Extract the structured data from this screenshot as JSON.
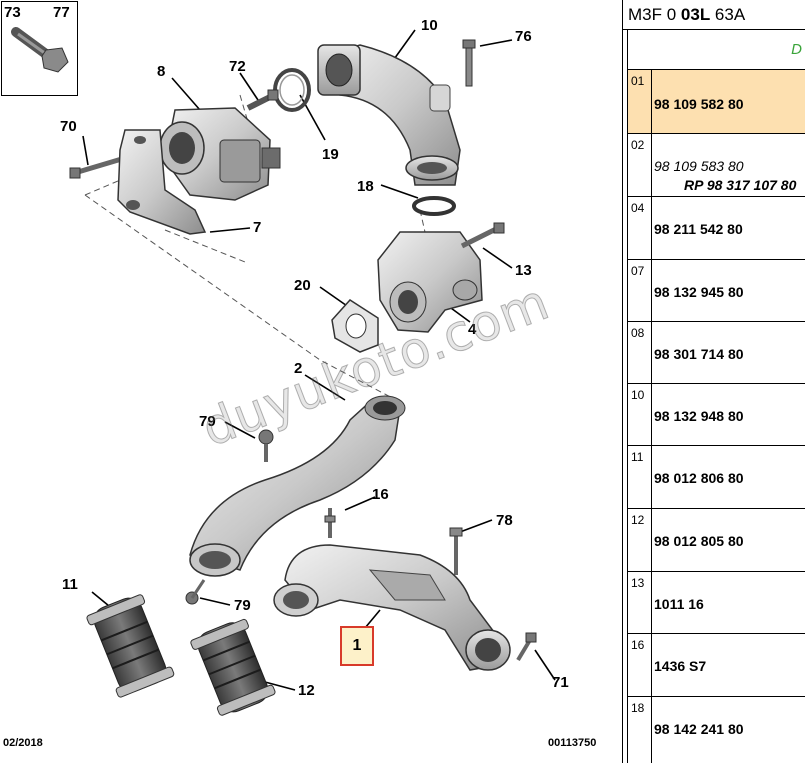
{
  "diagram": {
    "callouts": {
      "c73": "73",
      "c77": "77",
      "c10": "10",
      "c76": "76",
      "c8": "8",
      "c72": "72",
      "c70": "70",
      "c19": "19",
      "c18": "18",
      "c7": "7",
      "c13": "13",
      "c20": "20",
      "c4": "4",
      "c2": "2",
      "c79a": "79",
      "c16": "16",
      "c78": "78",
      "c11": "11",
      "c79b": "79",
      "c1": "1",
      "c12": "12",
      "c71": "71"
    },
    "footer_left": "02/2018",
    "footer_right": "00113750",
    "watermark": "duyukoto.com"
  },
  "panel": {
    "header_prefix": "M3F 0 ",
    "header_bold": "03L",
    "header_suffix": " 63A",
    "subheader": "D",
    "rows": [
      {
        "idx": "01",
        "ref": "98 109 582 80"
      },
      {
        "idx": "02",
        "ref": "98 109 583 80",
        "ref2": "RP 98 317 107 80"
      },
      {
        "idx": "04",
        "ref": "98 211 542 80"
      },
      {
        "idx": "07",
        "ref": "98 132 945 80"
      },
      {
        "idx": "08",
        "ref": "98 301 714 80"
      },
      {
        "idx": "10",
        "ref": "98 132 948 80"
      },
      {
        "idx": "11",
        "ref": "98 012 806 80"
      },
      {
        "idx": "12",
        "ref": "98 012 805 80"
      },
      {
        "idx": "13",
        "ref": "1011 16"
      },
      {
        "idx": "16",
        "ref": "1436 S7"
      },
      {
        "idx": "18",
        "ref": "98 142 241 80"
      }
    ],
    "colors": {
      "selected": "#fde0b0",
      "subheader": "#3aa43a",
      "highlight_border": "#d83a2a"
    }
  }
}
